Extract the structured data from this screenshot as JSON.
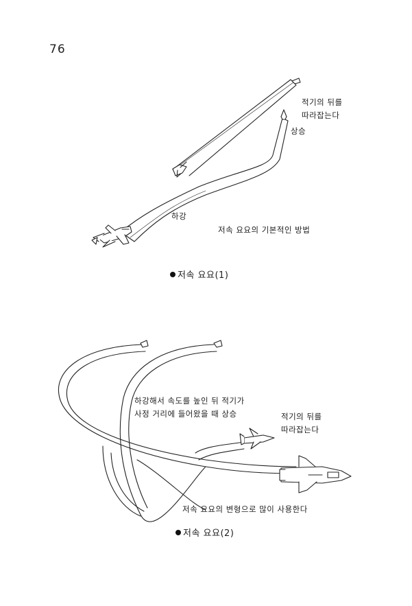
{
  "page_number": "76",
  "figure1": {
    "caption": "저속 요요(1)",
    "labels": {
      "follow": [
        "적기의 뒤를",
        "따라잡는다"
      ],
      "climb": "상승",
      "descend": "하강",
      "basic": "저속 요요의 기본적인 방법"
    }
  },
  "figure2": {
    "caption": "저속 요요(2)",
    "labels": {
      "descend_note": [
        "하강해서 속도를 높인 뒤 적기가",
        "사정 거리에 들어왔을 때 상승"
      ],
      "follow": [
        "적기의 뒤를",
        "따라잡는다"
      ],
      "variant": "저속 요요의 변형으로 많이 사용한다"
    }
  }
}
